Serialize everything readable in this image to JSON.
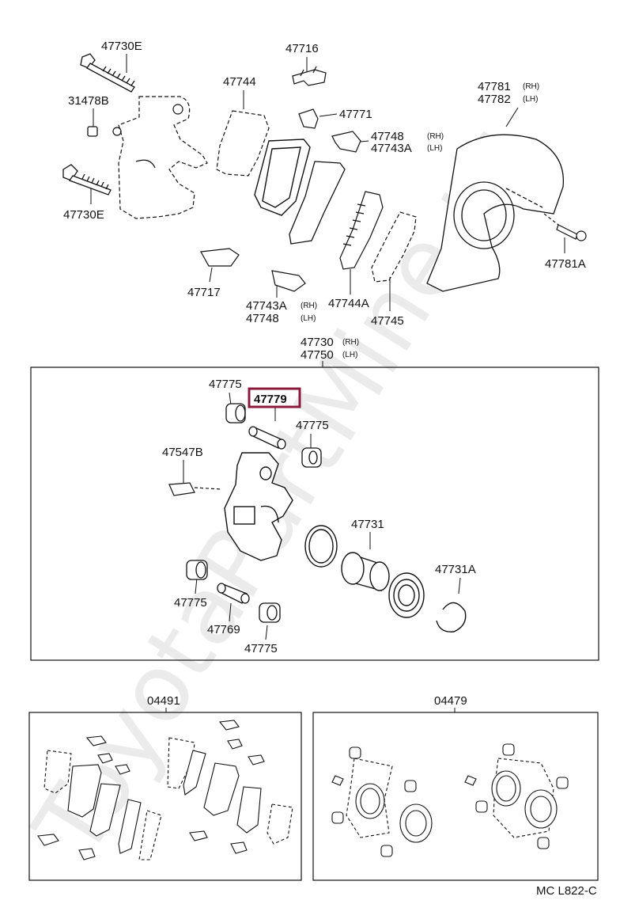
{
  "labels": {
    "p47730E_a": "47730E",
    "p31478B": "31478B",
    "p47730E_b": "47730E",
    "p47744": "47744",
    "p47716": "47716",
    "p47771": "47771",
    "p47748_a": "47748",
    "p47743A_a": "47743A",
    "p47781": "47781",
    "p47782": "47782",
    "p47781A": "47781A",
    "p47717": "47717",
    "p47743A_b": "47743A",
    "p47748_b": "47748",
    "p47744A": "47744A",
    "p47745": "47745",
    "p47730": "47730",
    "p47750": "47750",
    "p47775_a": "47775",
    "p47779": "47779",
    "p47775_b": "47775",
    "p47547B": "47547B",
    "p47731": "47731",
    "p47731A": "47731A",
    "p47775_c": "47775",
    "p47769": "47769",
    "p47775_d": "47775",
    "p04491": "04491",
    "p04479": "04479"
  },
  "side": {
    "rh": "(RH)",
    "lh": "(LH)"
  },
  "diagram_code": "MC L822-C",
  "watermark": "ToyotaPartMine.ru",
  "colors": {
    "highlight": "#8b1a3a",
    "line": "#111111"
  }
}
